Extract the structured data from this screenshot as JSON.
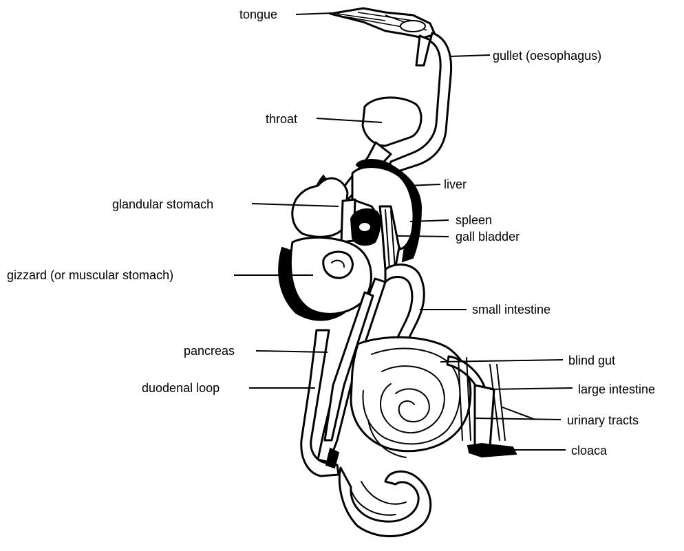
{
  "labels": {
    "tongue": "tongue",
    "gullet": "gullet (oesophagus)",
    "throat": "throat",
    "liver": "liver",
    "glandular_stomach": "glandular stomach",
    "spleen": "spleen",
    "gall_bladder": "gall bladder",
    "gizzard": "gizzard (or muscular stomach)",
    "small_intestine": "small intestine",
    "pancreas": "pancreas",
    "blind_gut": "blind gut",
    "duodenal_loop": "duodenal loop",
    "large_intestine": "large intestine",
    "urinary_tracts": "urinary tracts",
    "cloaca": "cloaca"
  },
  "colors": {
    "ink": "#000000",
    "paper": "#ffffff"
  }
}
